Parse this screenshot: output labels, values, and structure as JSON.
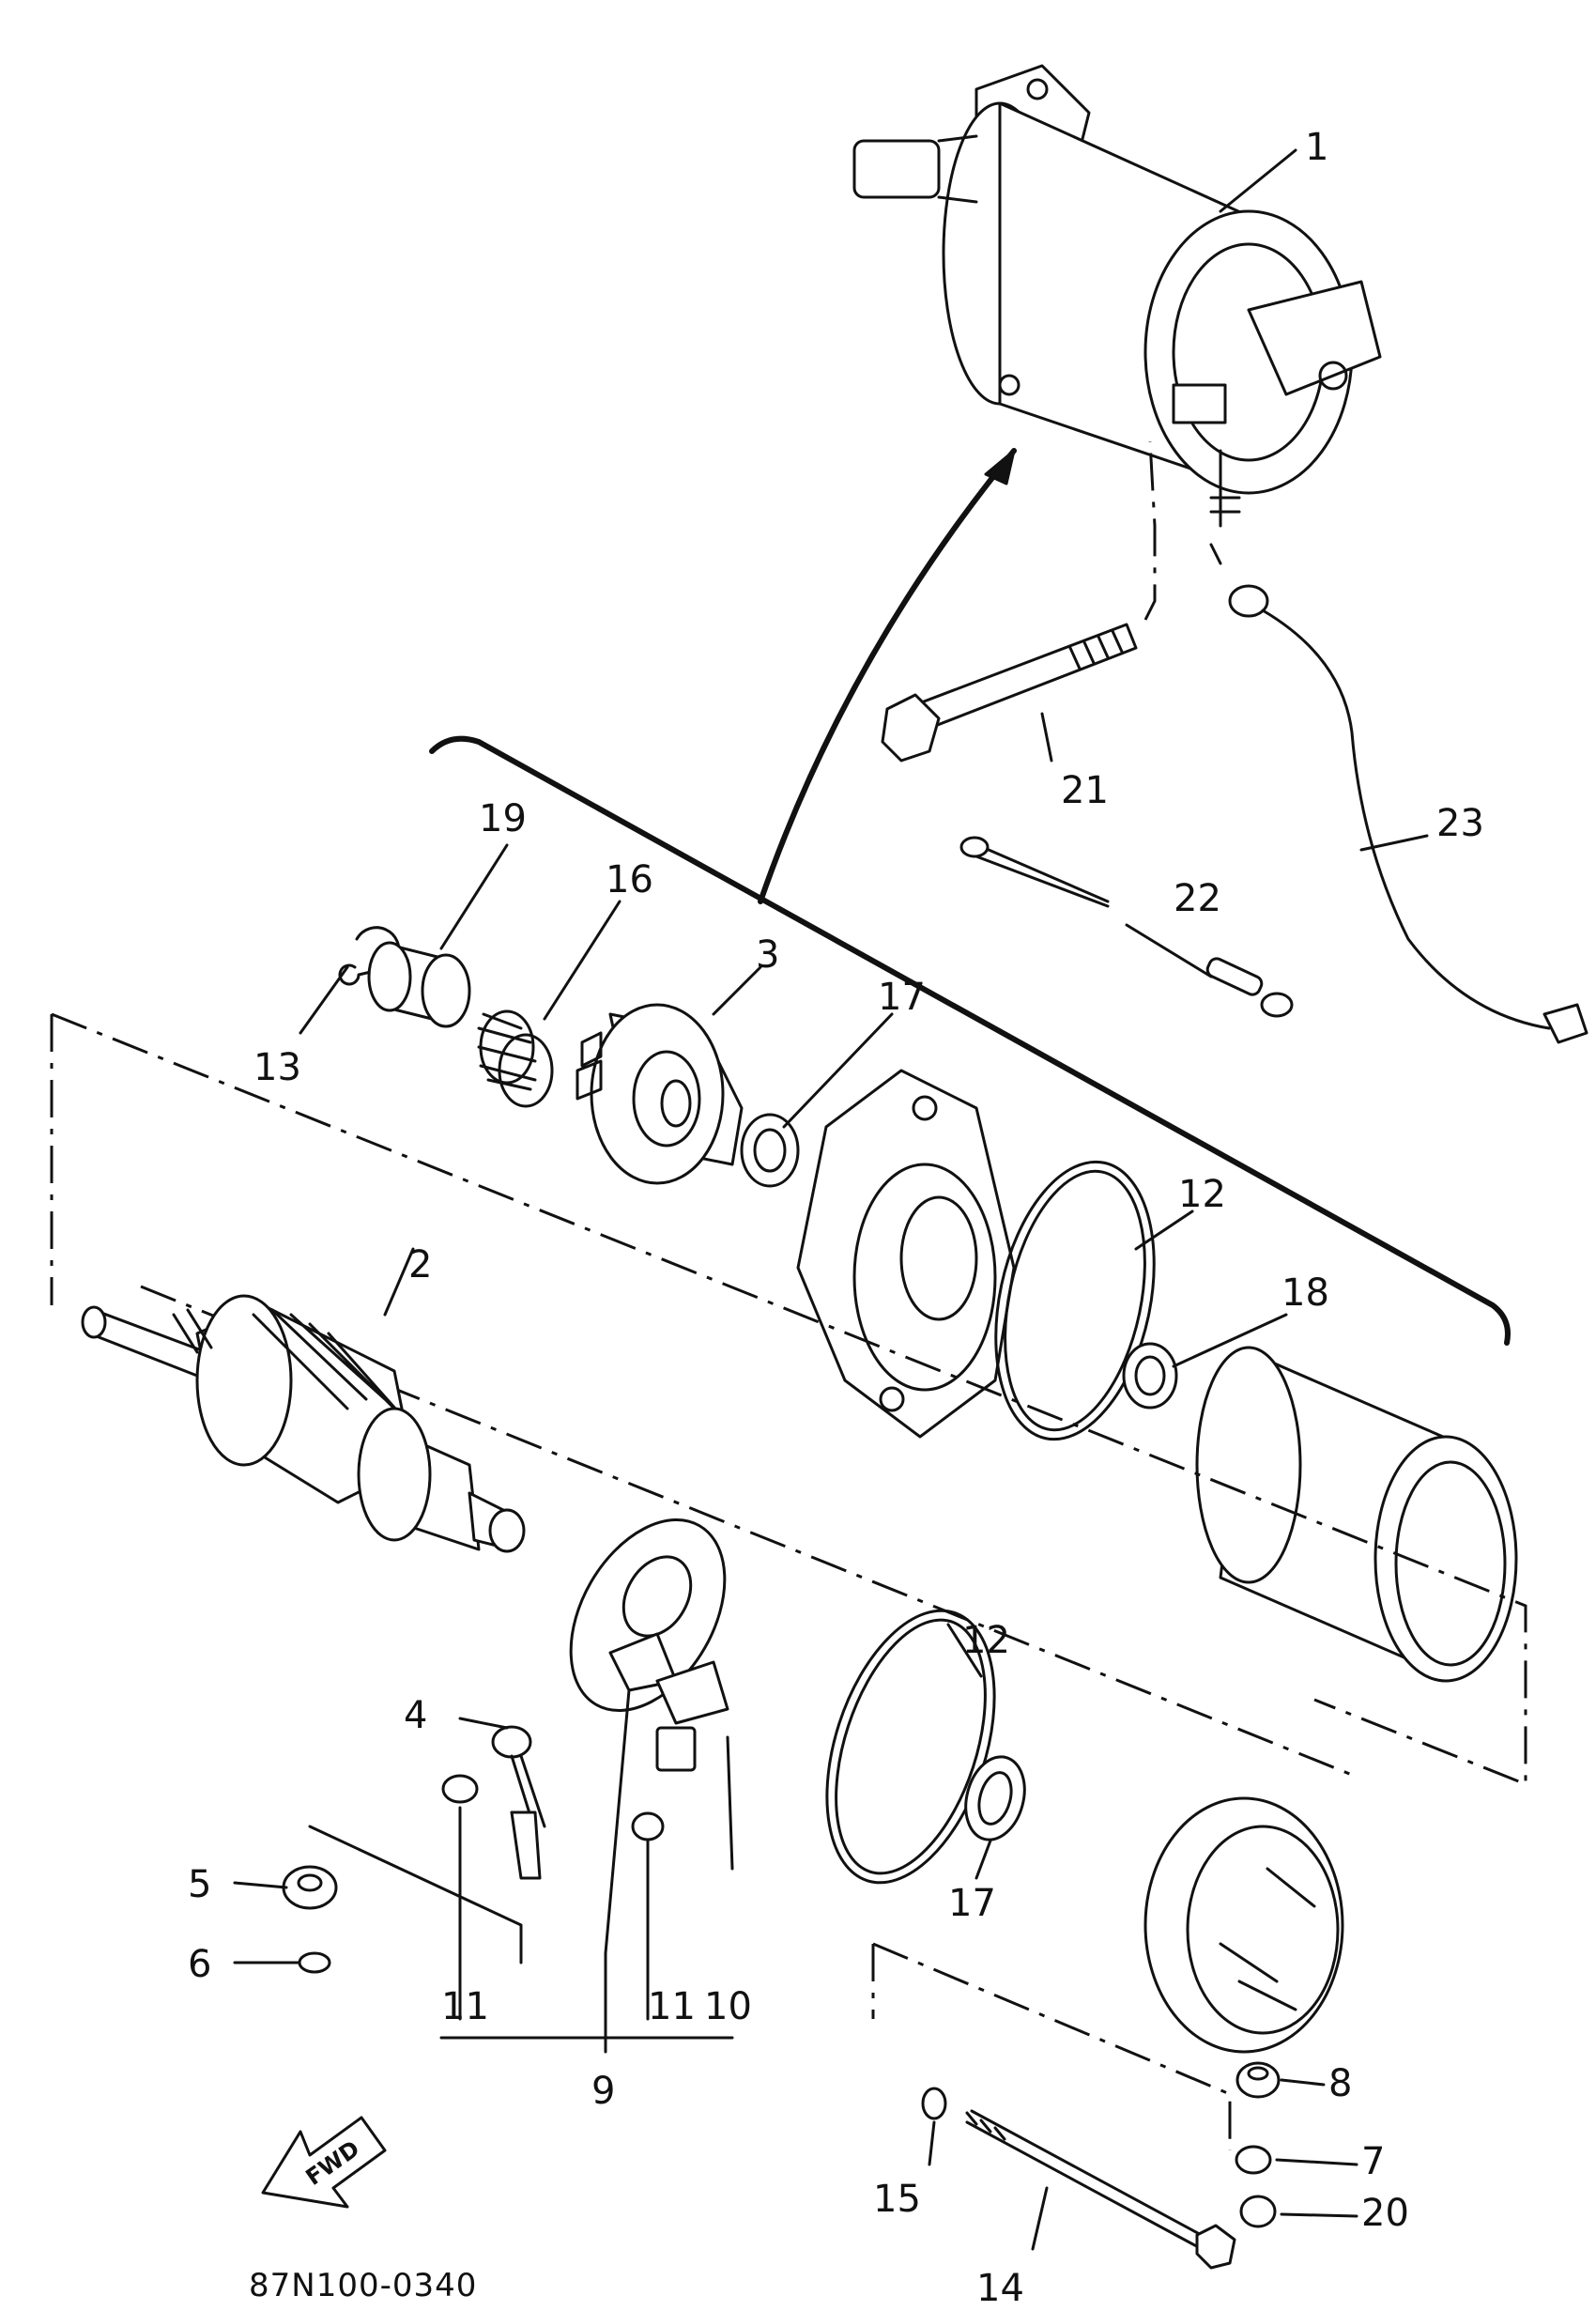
{
  "callouts": {
    "c1": "1",
    "c2": "2",
    "c3": "3",
    "c4": "4",
    "c5": "5",
    "c6": "6",
    "c7": "7",
    "c8": "8",
    "c9": "9",
    "c10": "10",
    "c11a": "11",
    "c11b": "11",
    "c12a": "12",
    "c12b": "12",
    "c13": "13",
    "c14": "14",
    "c15": "15",
    "c16": "16",
    "c17a": "17",
    "c17b": "17",
    "c18": "18",
    "c19": "19",
    "c20": "20",
    "c21": "21",
    "c22": "22",
    "c23": "23"
  },
  "fwd_label": "FWD",
  "diagram_code": "87N100-0340"
}
